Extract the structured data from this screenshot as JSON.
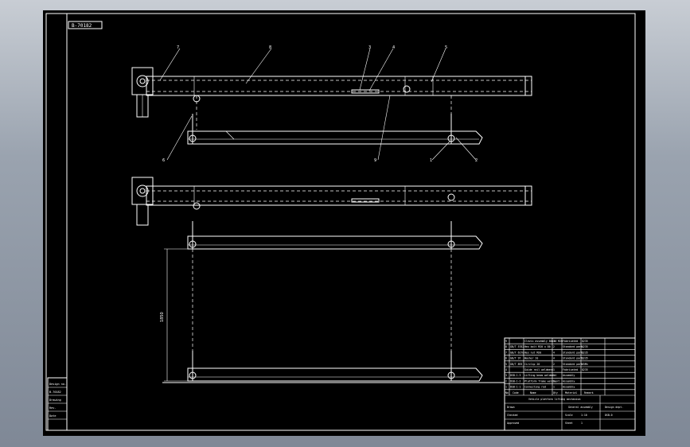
{
  "drawing": {
    "title_code": "B-70182",
    "dimension_label": "1850",
    "part_balloons": [
      "7",
      "8",
      "3",
      "4",
      "5",
      "6",
      "9",
      "1",
      "2"
    ]
  },
  "bom": {
    "rows": [
      {
        "no": "9",
        "code": "",
        "name": "Clevis assembly 80x30 M20",
        "qty": "1",
        "material": "Fabricated",
        "remark": "Q235"
      },
      {
        "no": "8",
        "code": "GB/T 5782",
        "name": "Hex bolt M20 x 80",
        "qty": "2",
        "material": "Standard part",
        "remark": "Q235"
      },
      {
        "no": "7",
        "code": "GB/T 6170",
        "name": "Hex nut M20",
        "qty": "4",
        "material": "Standard part",
        "remark": "Q235"
      },
      {
        "no": "6",
        "code": "GB/T 97",
        "name": "Washer 20",
        "qty": "4",
        "material": "Standard part",
        "remark": "Q235"
      },
      {
        "no": "5",
        "code": "GB/T 893",
        "name": "Circlip 20",
        "qty": "2",
        "material": "Standard part",
        "remark": "65Mn"
      },
      {
        "no": "4",
        "code": "",
        "name": "Guide rail weldment",
        "qty": "1",
        "material": "Fabricated",
        "remark": "Q235"
      },
      {
        "no": "3",
        "code": "DSB-1-3",
        "name": "Lifting beam weldment",
        "qty": "1",
        "material": "Assembly",
        "remark": ""
      },
      {
        "no": "2",
        "code": "DSB-1-2",
        "name": "Platform frame weldment",
        "qty": "1",
        "material": "Assembly",
        "remark": ""
      },
      {
        "no": "1",
        "code": "DSB-1-1",
        "name": "Connecting rod",
        "qty": "1",
        "material": "Assembly",
        "remark": ""
      }
    ],
    "header": {
      "no": "No.",
      "code": "Code",
      "name": "Name",
      "qty": "Qty",
      "material": "Material",
      "remark": "Remark"
    }
  },
  "title_block": {
    "drawing_title": "Vehicle platform lifting mechanism",
    "assembly_label": "General assembly",
    "school": "Design dept.",
    "scale_label": "Scale",
    "scale_value": "1:10",
    "sheet_label": "Sheet",
    "sheet_value": "1",
    "drawn": "Drawn",
    "checked": "Checked",
    "approved": "Approved",
    "code_bottom": "DSB-0"
  },
  "side_table": {
    "rows": [
      "Design no.",
      "B-70182",
      "Drawing",
      "Rev.",
      "Date"
    ]
  }
}
